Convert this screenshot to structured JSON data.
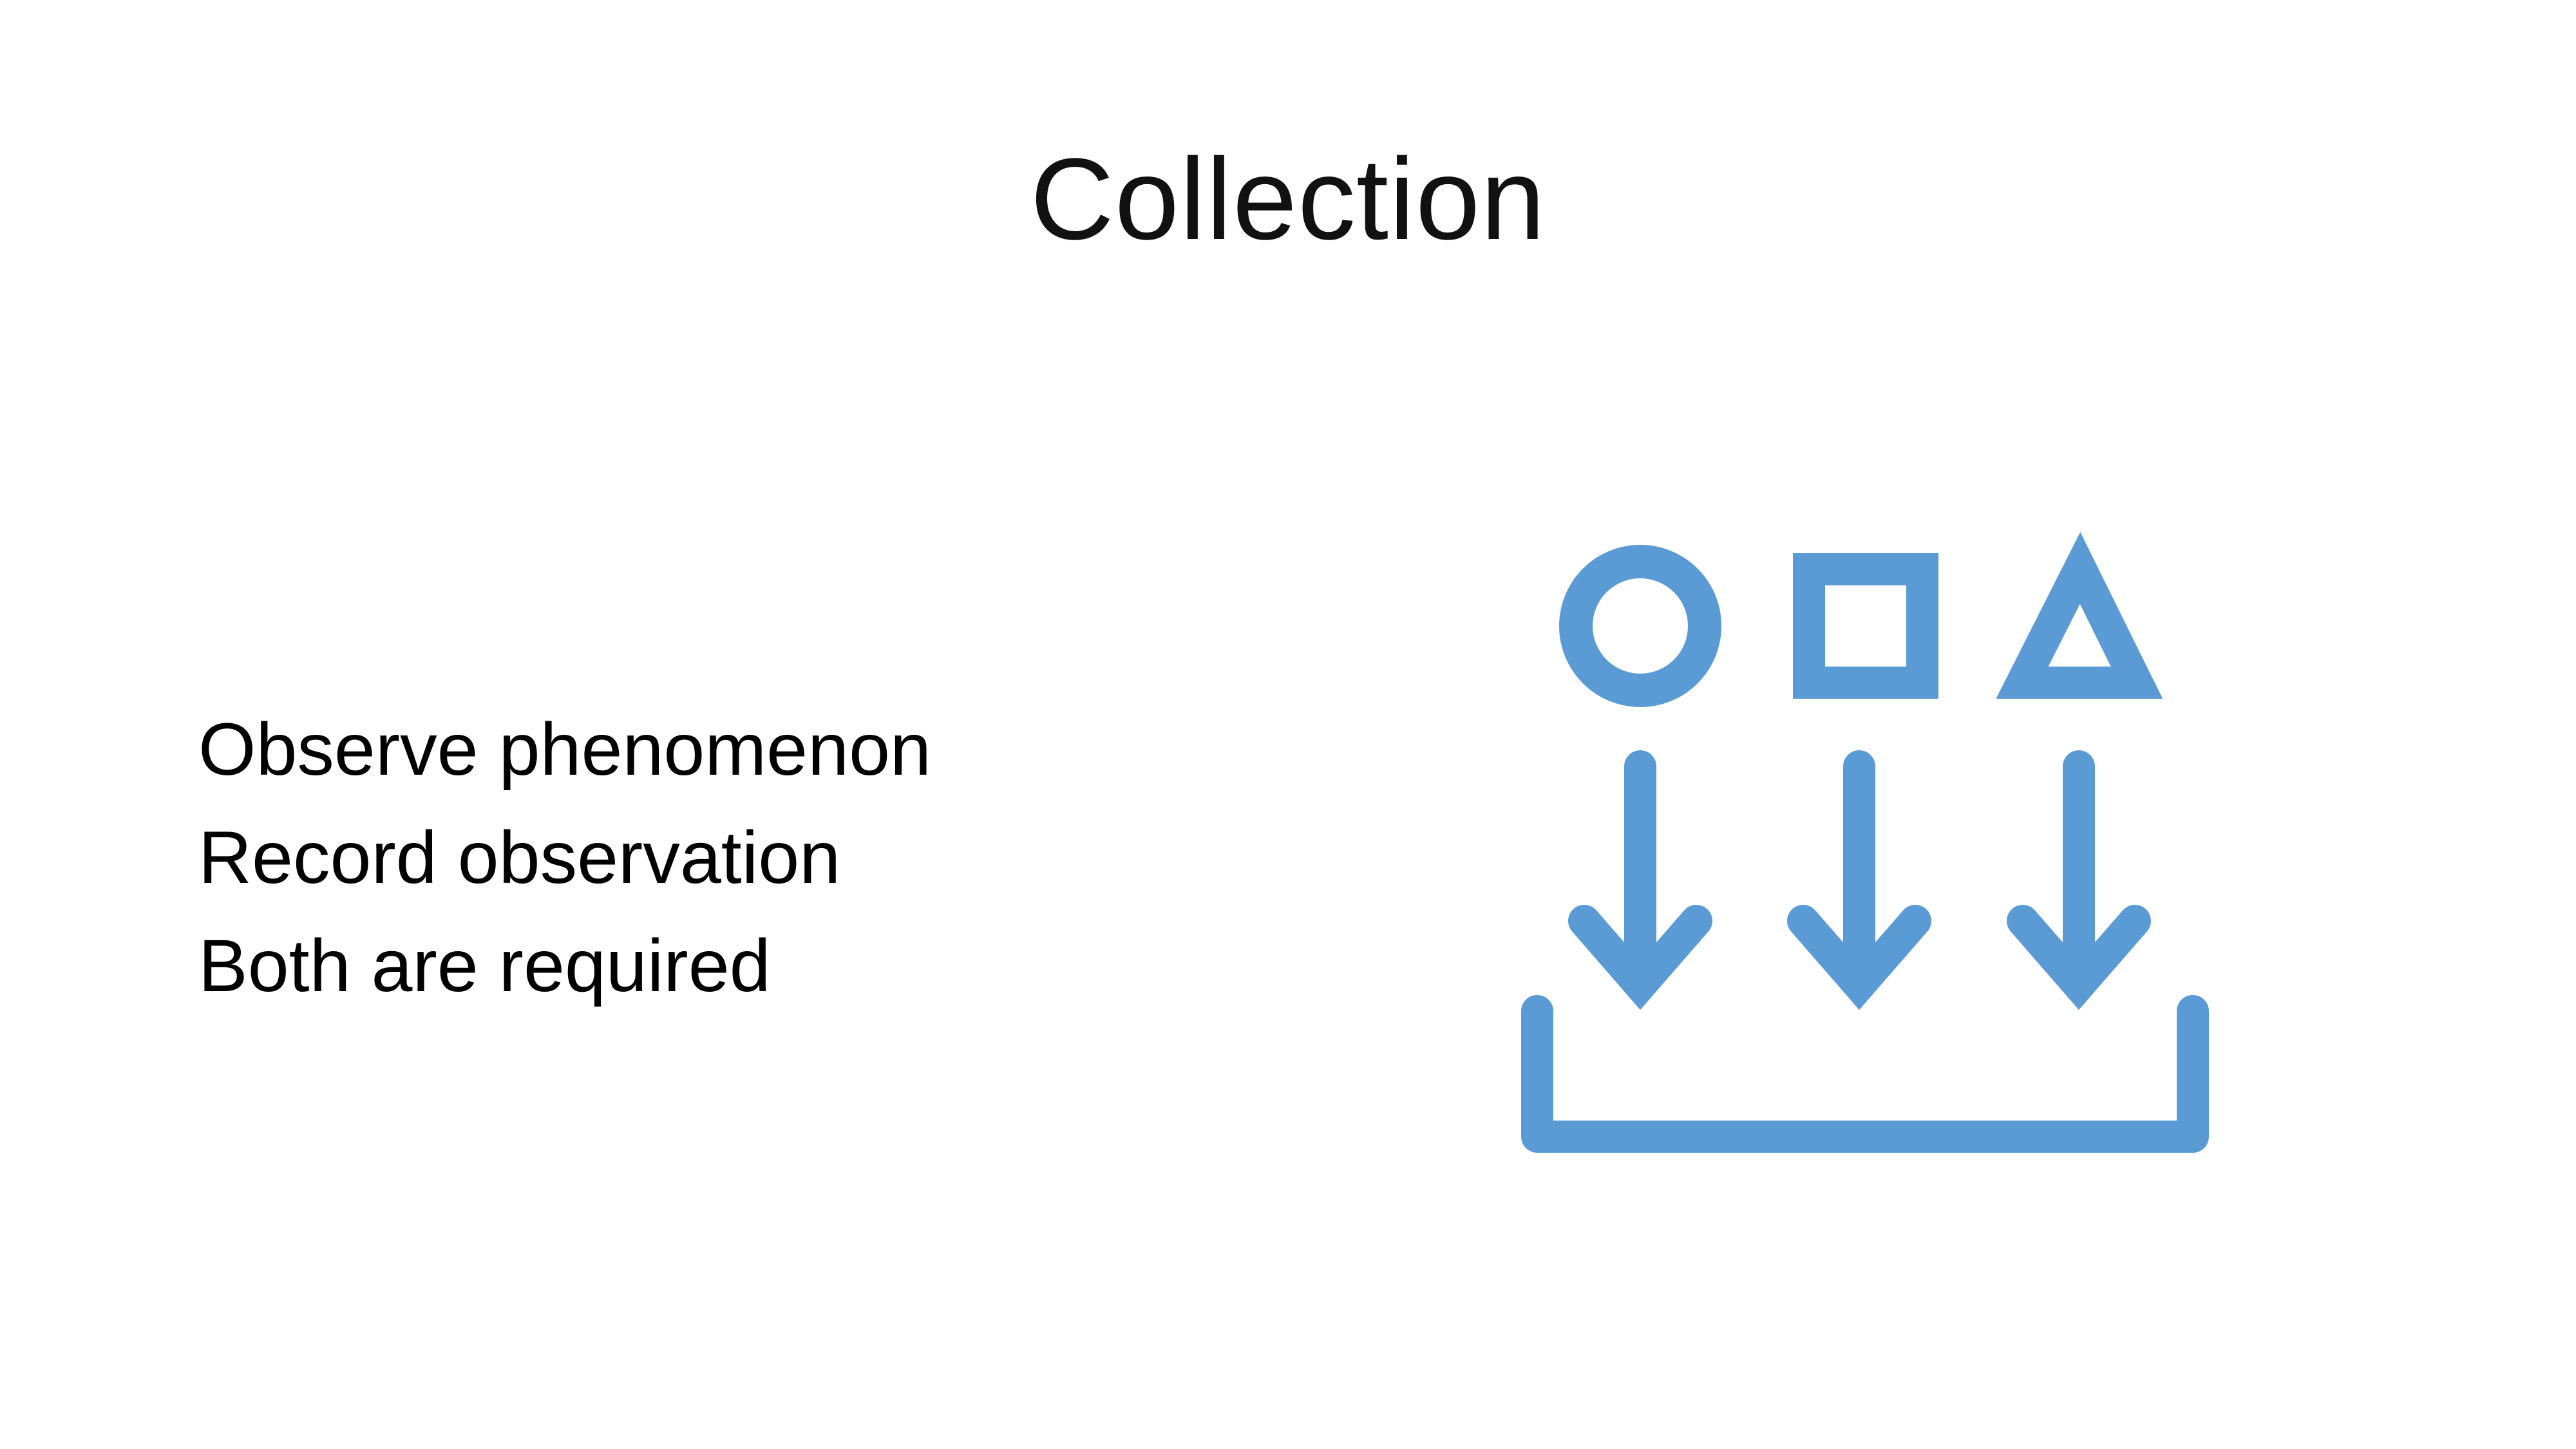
{
  "slide": {
    "title": "Collection",
    "bullets": [
      "Observe phenomenon",
      "Record observation",
      "Both are required"
    ],
    "icon": {
      "name": "data-collection-icon",
      "color": "#5B9BD5",
      "parts": [
        "circle-icon",
        "square-icon",
        "triangle-icon",
        "down-arrow-icon",
        "tray-icon"
      ]
    }
  }
}
